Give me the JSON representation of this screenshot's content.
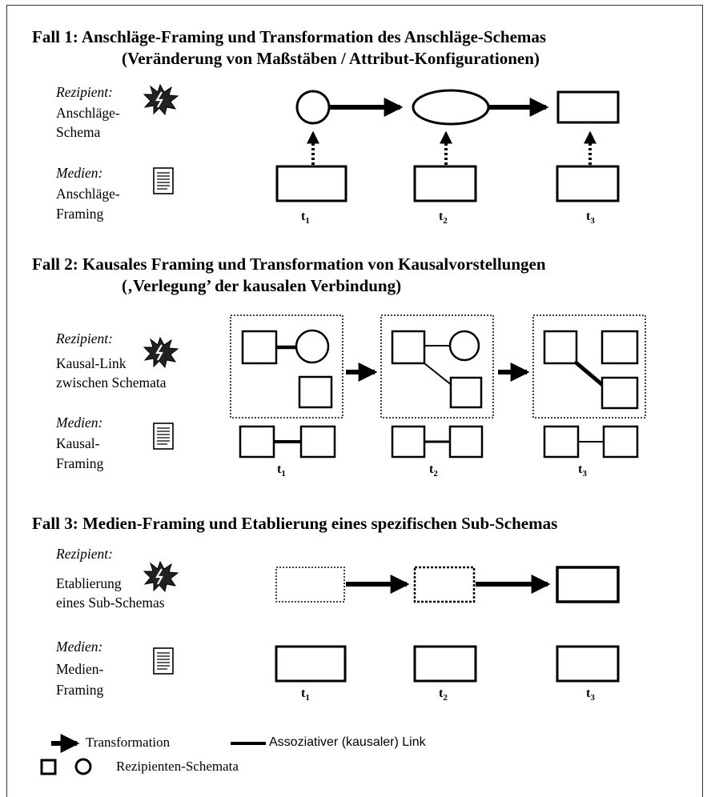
{
  "case1": {
    "title_line1": "Fall  1:  Anschläge-Framing und Transformation des Anschläge-Schemas",
    "title_line2": "(Veränderung von Maßstäben / Attribut-Konfigurationen)",
    "recipient_head": "Rezipient:",
    "recipient_line1": "Anschläge-",
    "recipient_line2": "Schema",
    "media_head": "Medien:",
    "media_line1": "Anschläge-",
    "media_line2": "Framing"
  },
  "case2": {
    "title_line1": "Fall  2:  Kausales Framing und Transformation von Kausalvorstellungen",
    "title_line2": "(‚Verlegung’ der kausalen Verbindung)",
    "recipient_head": "Rezipient:",
    "recipient_line1": "Kausal-Link",
    "recipient_line2": "zwischen Schemata",
    "media_head": "Medien:",
    "media_line1": "Kausal-",
    "media_line2": "Framing"
  },
  "case3": {
    "title_line1": "Fall  3:  Medien-Framing und Etablierung eines spezifischen Sub-Schemas",
    "recipient_head": "Rezipient:",
    "recipient_line1": "Etablierung",
    "recipient_line2": "eines Sub-Schemas",
    "media_head": "Medien:",
    "media_line1": "Medien-",
    "media_line2": "Framing"
  },
  "time": {
    "t": "t",
    "s1": "1",
    "s2": "2",
    "s3": "3"
  },
  "legend": {
    "transformation": "Transformation",
    "link": "Assoziativer (kausaler) Link",
    "schemata": "Rezipienten-Schemata"
  },
  "icons": [
    "burst-icon",
    "document-icon"
  ]
}
